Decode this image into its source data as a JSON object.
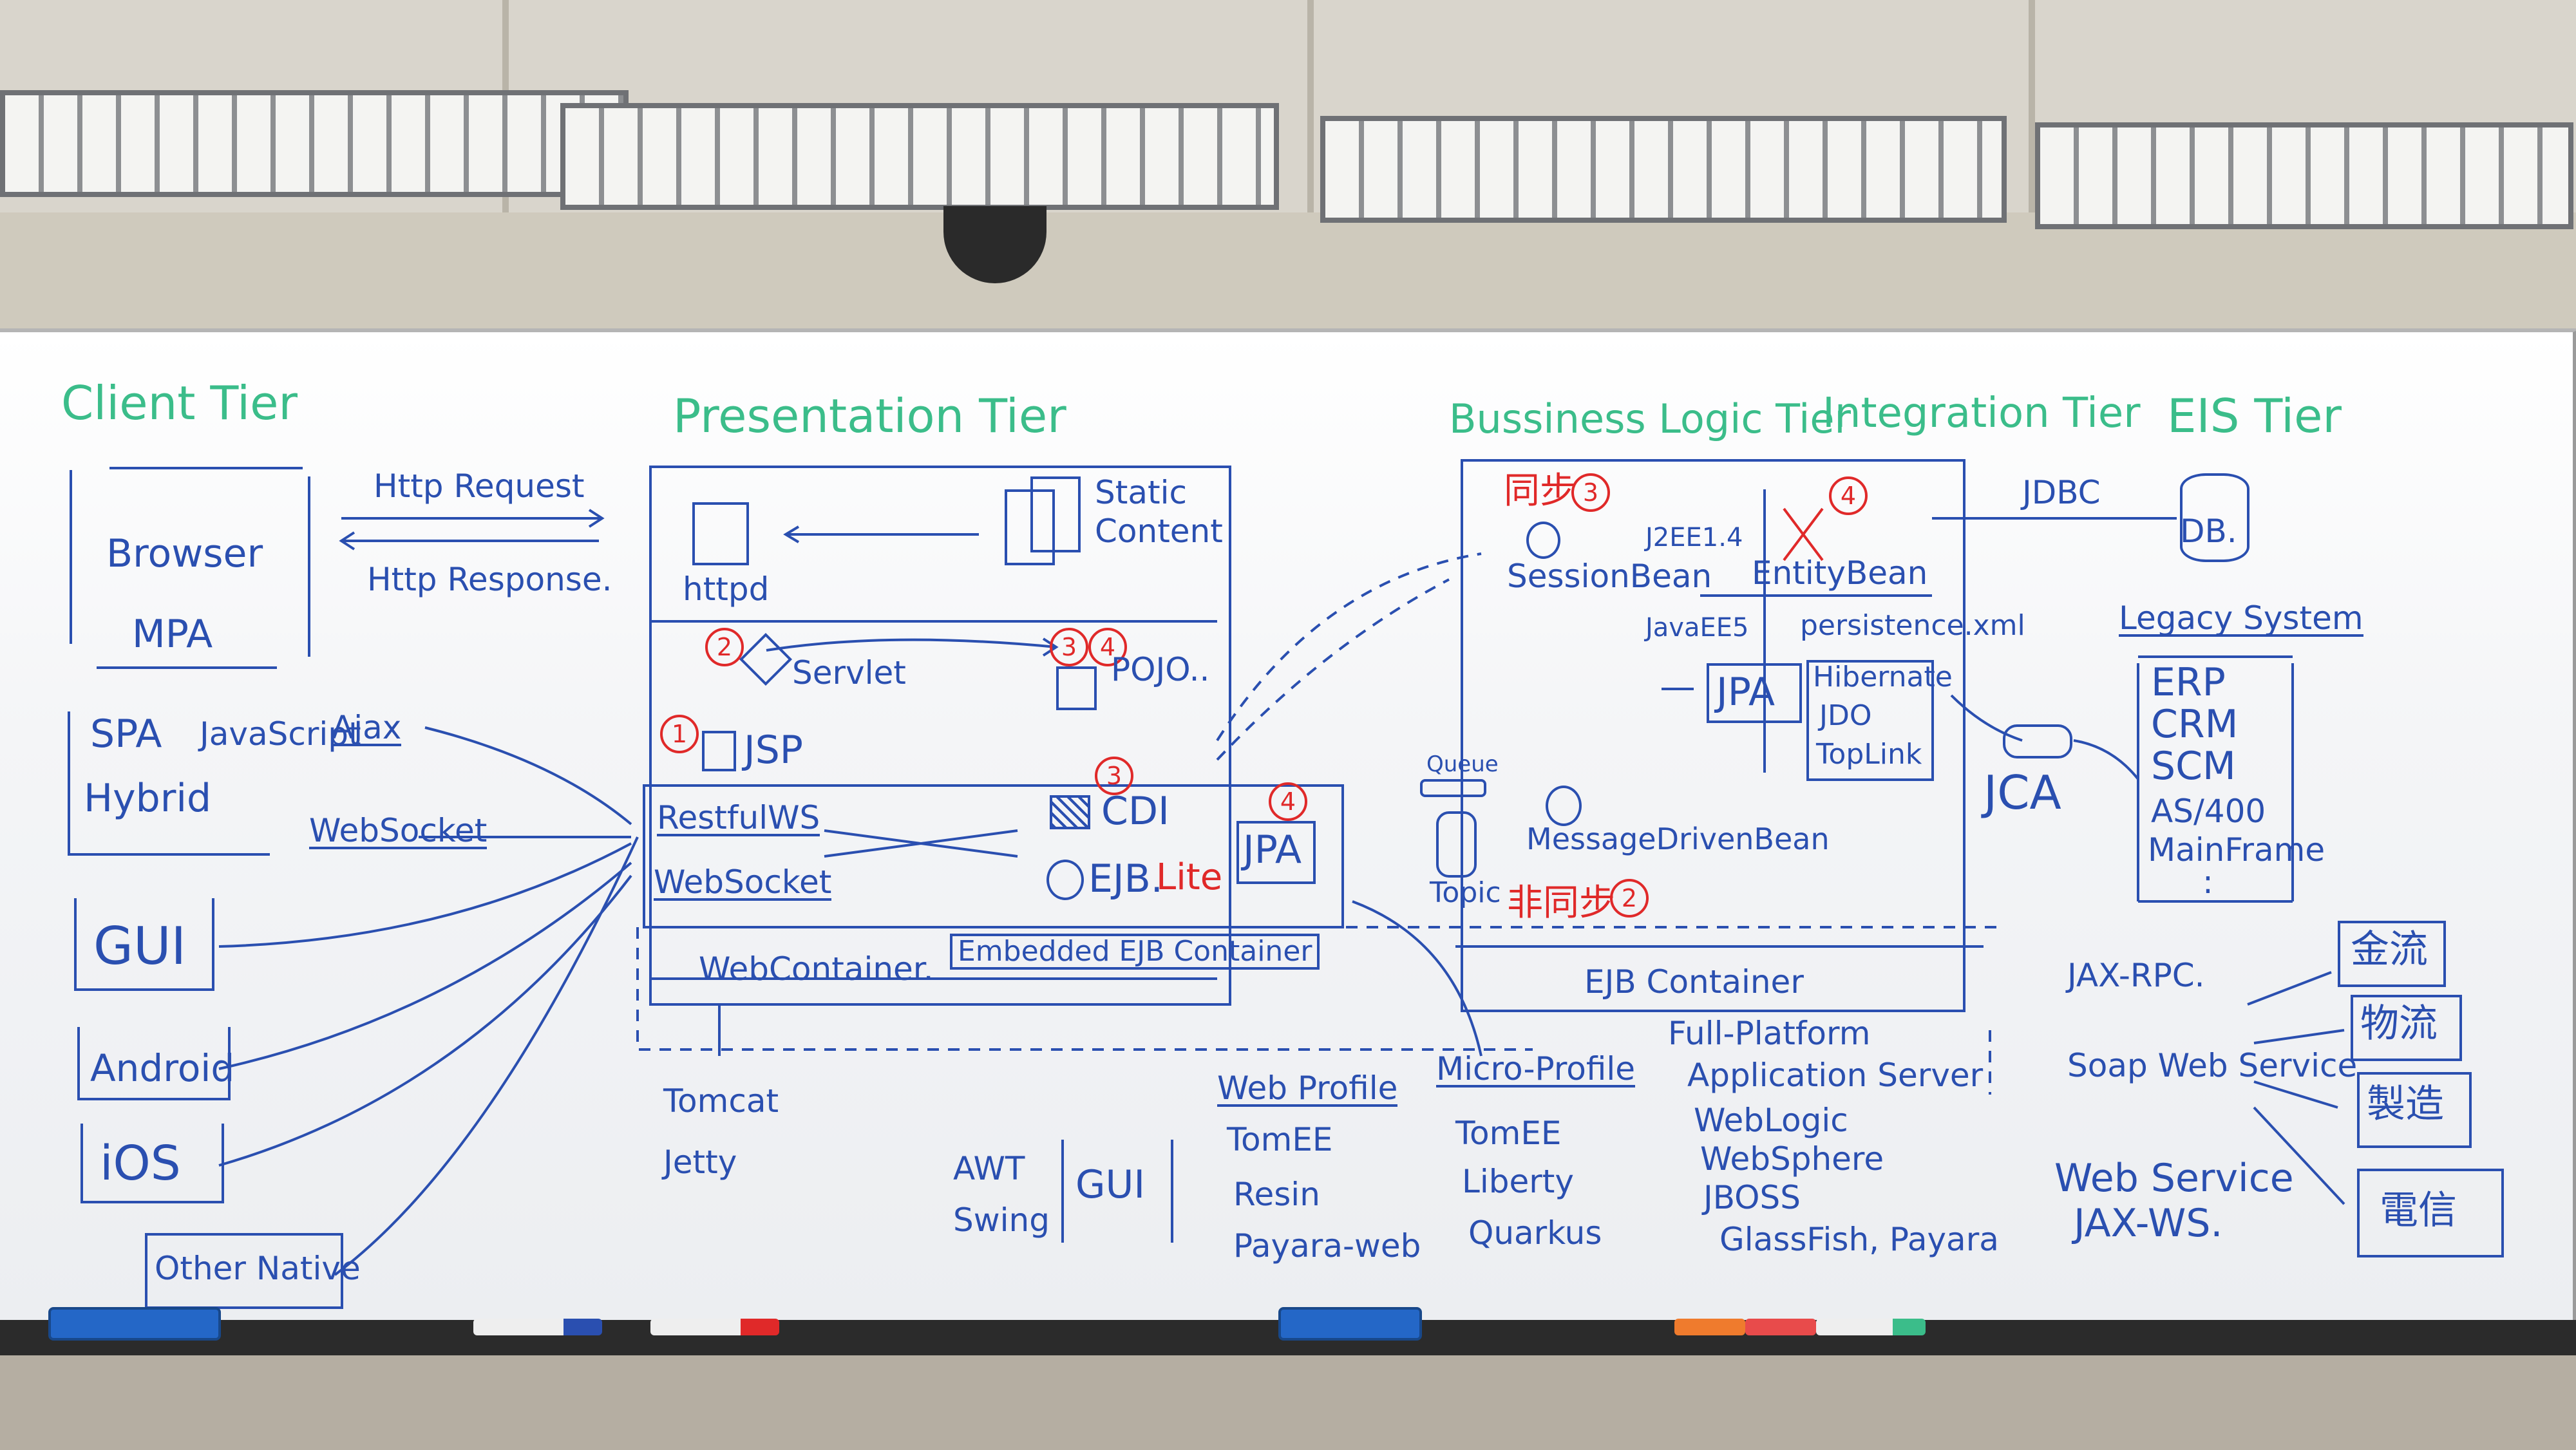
{
  "tiers": {
    "client": "Client Tier",
    "presentation": "Presentation Tier",
    "business": "Bussiness Logic Tier",
    "integration": "Integration Tier",
    "eis": "EIS Tier"
  },
  "client": {
    "browser": "Browser",
    "mpa": "MPA",
    "spa": "SPA",
    "javascript": "JavaScript",
    "hybrid": "Hybrid",
    "ajax": "Ajax",
    "websocket": "WebSocket",
    "gui": "GUI",
    "android": "Android",
    "ios": "iOS",
    "other_native": "Other Native"
  },
  "http": {
    "request": "Http Request",
    "response": "Http Response."
  },
  "presentation": {
    "httpd": "httpd",
    "static": "Static",
    "content": "Content",
    "servlet": "Servlet",
    "pojo": "POJO..",
    "jsp": "JSP",
    "restful": "RestfulWS",
    "websocket": "WebSocket",
    "cdi": "CDI",
    "ejb": "EJB.",
    "lite": "Lite",
    "jpa": "JPA",
    "web_container": "WebContainer.",
    "embedded_ejb": "Embedded EJB Container",
    "tomcat": "Tomcat",
    "jetty": "Jetty"
  },
  "markers": {
    "one": "1",
    "two": "2",
    "three": "3",
    "four": "4"
  },
  "business": {
    "sync": "同步",
    "session_bean": "SessionBean",
    "j2ee": "J2EE1.4",
    "entity_bean": "EntityBean",
    "javaee5": "JavaEE5",
    "persistence": "persistence.xml",
    "jpa": "JPA",
    "hibernate": "Hibernate",
    "jdo": "JDO",
    "toplink": "TopLink",
    "queue": "Queue",
    "topic": "Topic",
    "mdb": "MessageDrivenBean",
    "async": "非同步",
    "ejb_container": "EJB Container",
    "full_platform": "Full-Platform",
    "app_server": "Application Server",
    "weblogic": "WebLogic",
    "websphere": "WebSphere",
    "jboss": "JBOSS",
    "glassfish": "GlassFish, Payara"
  },
  "integration": {
    "jdbc": "JDBC",
    "jca": "JCA",
    "jaxrpc": "JAX-RPC.",
    "soap": "Soap Web Service",
    "webservice": "Web Service",
    "jaxws": "JAX-WS."
  },
  "eis": {
    "db": "DB.",
    "legacy": "Legacy System",
    "erp": "ERP",
    "crm": "CRM",
    "scm": "SCM",
    "as400": "AS/400",
    "mainframe": "MainFrame",
    "dots": ":"
  },
  "bottom": {
    "awt": "AWT",
    "swing": "Swing",
    "gui": "GUI",
    "web_profile": "Web Profile",
    "tomee": "TomEE",
    "resin": "Resin",
    "payara_web": "Payara-web",
    "micro_profile": "Micro-Profile",
    "tomee2": "TomEE",
    "liberty": "Liberty",
    "quarkus": "Quarkus"
  },
  "industries": {
    "finance": "金流",
    "logistics": "物流",
    "manufacturing": "製造",
    "telecom": "電信"
  },
  "colors": {
    "green_ink": "#3bbd8a",
    "blue_ink": "#2a4fb0",
    "red_ink": "#e02929",
    "board": "#ffffff"
  }
}
